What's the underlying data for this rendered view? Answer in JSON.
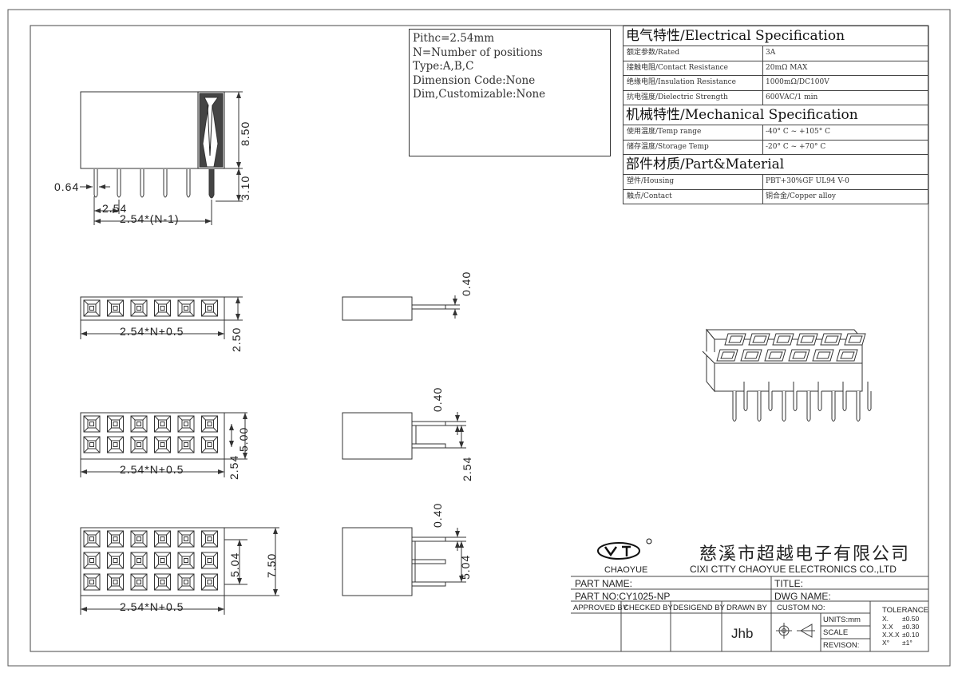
{
  "notes": {
    "lines": [
      "Pithc=2.54mm",
      "N=Number of positions",
      "Type:A,B,C",
      "Dimension Code:None",
      "Dim,Customizable:None"
    ]
  },
  "spec": {
    "electrical_title": "电气特性/Electrical Specification",
    "electrical_rows": [
      {
        "label": "额定参数/Rated",
        "value": "3A"
      },
      {
        "label": "接触电阻/Contact Resistance",
        "value": "20mΩ MAX"
      },
      {
        "label": "绝缘电阻/Insulation Resistance",
        "value": "1000mΩ/DC100V"
      },
      {
        "label": "抗电强度/Dielectric Strength",
        "value": "600VAC/1 min"
      }
    ],
    "mechanical_title": "机械特性/Mechanical Specification",
    "mechanical_rows": [
      {
        "label": "使用温度/Temp range",
        "value": "-40° C ~ +105° C"
      },
      {
        "label": "储存温度/Storage Temp",
        "value": "-20° C ~ +70° C"
      }
    ],
    "material_title": "部件材质/Part&Material",
    "material_rows": [
      {
        "label": "塑件/Housing",
        "value": "PBT+30%GF  UL94  V-0"
      },
      {
        "label": "触点/Contact",
        "value": "铜合金/Copper alloy"
      }
    ]
  },
  "dims": {
    "d064": "0.64",
    "d254": "2.54",
    "d254n1": "2.54*(N-1)",
    "d850": "8.50",
    "d310": "3.10",
    "d254n05": "2.54*N+0.5",
    "d250": "2.50",
    "d040": "0.40",
    "d500": "5.00",
    "d254b": "2.54",
    "d504": "5.04",
    "d750": "7.50"
  },
  "title_block": {
    "logo_text": "CHAOYUE",
    "company_cn": "慈溪市超越电子有限公司",
    "company_en": "CIXI CTTY CHAOYUE ELECTRONICS CO.,LTD",
    "part_name_label": "PART NAME:",
    "part_no_label": "PART NO:CY1025-NP",
    "title_label": "TITLE:",
    "dwg_name_label": "DWG NAME:",
    "approved_by": "APPROVED BY",
    "checked_by": "CHECKED BY",
    "designed_by": "DESIGEND BY",
    "drawn_by": "DRAWN BY",
    "drawn_by_value": "Jhb",
    "custom_no": "CUSTOM NO:",
    "units": "UNITS:mm",
    "scale": "SCALE",
    "revison": "REVISON:",
    "tolerance_title": "TOLERANCE",
    "tolerance_rows": [
      {
        "fmt": "X.",
        "val": "±0.50"
      },
      {
        "fmt": "X.X",
        "val": "±0.30"
      },
      {
        "fmt": "X.X.X",
        "val": "±0.10"
      },
      {
        "fmt": "X°",
        "val": "±1°"
      }
    ]
  }
}
